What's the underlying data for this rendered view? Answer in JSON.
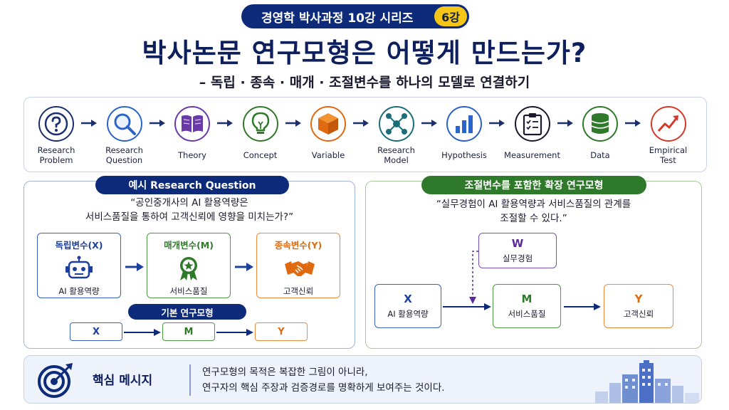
{
  "header": {
    "series": "경영학 박사과정 10강 시리즈",
    "episode": "6강",
    "title": "박사논문 연구모형은 어떻게 만드는가?",
    "subtitle": "– 독립 · 종속 · 매개 · 조절변수를 하나의 모델로 연결하기"
  },
  "process": {
    "steps": [
      {
        "label": "Research\nProblem",
        "icon": "question-mark-icon"
      },
      {
        "label": "Research\nQuestion",
        "icon": "magnifier-icon"
      },
      {
        "label": "Theory",
        "icon": "open-book-icon"
      },
      {
        "label": "Concept",
        "icon": "lightbulb-icon"
      },
      {
        "label": "Variable",
        "icon": "cube-icon"
      },
      {
        "label": "Research\nModel",
        "icon": "network-icon"
      },
      {
        "label": "Hypothesis",
        "icon": "bar-chart-icon"
      },
      {
        "label": "Measurement",
        "icon": "clipboard-icon"
      },
      {
        "label": "Data",
        "icon": "database-icon"
      },
      {
        "label": "Empirical\nTest",
        "icon": "trend-up-icon"
      }
    ]
  },
  "example": {
    "title": "예시 Research Question",
    "question_line1": "“공인중개사의 AI 활용역량은",
    "question_line2": "서비스품질을 통하여 고객신뢰에 영향을 미치는가?”",
    "independent": {
      "title": "독립변수(X)",
      "label": "AI 활용역량",
      "color": "#1c3f9e"
    },
    "mediator": {
      "title": "매개변수(M)",
      "label": "서비스품질",
      "color": "#2f7a2a"
    },
    "dependent": {
      "title": "종속변수(Y)",
      "label": "고객신뢰",
      "color": "#e06a12"
    },
    "basic_model_title": "기본 연구모형",
    "basic_x": "X",
    "basic_m": "M",
    "basic_y": "Y"
  },
  "extended": {
    "title": "조절변수를 포함한 확장 연구모형",
    "question_line1": "“실무경험이 AI 활용역량과 서비스품질의 관계를",
    "question_line2": "조절할 수 있다.”",
    "w_letter": "W",
    "w_label": "실무경험",
    "x_letter": "X",
    "x_label": "AI 활용역량",
    "m_letter": "M",
    "m_label": "서비스품질",
    "y_letter": "Y",
    "y_label": "고객신뢰",
    "colors": {
      "w": "#5b2a9a",
      "x": "#1c3f9e",
      "m": "#2f7a2a",
      "y": "#e06a12"
    }
  },
  "key_message": {
    "label": "핵심 메시지",
    "line1": "연구모형의 목적은 복잡한 그림이 아니라,",
    "line2": "연구자의 핵심 주장과 검증경로를 명확하게 보여주는 것이다.",
    "icon": "target-arrow-icon"
  }
}
